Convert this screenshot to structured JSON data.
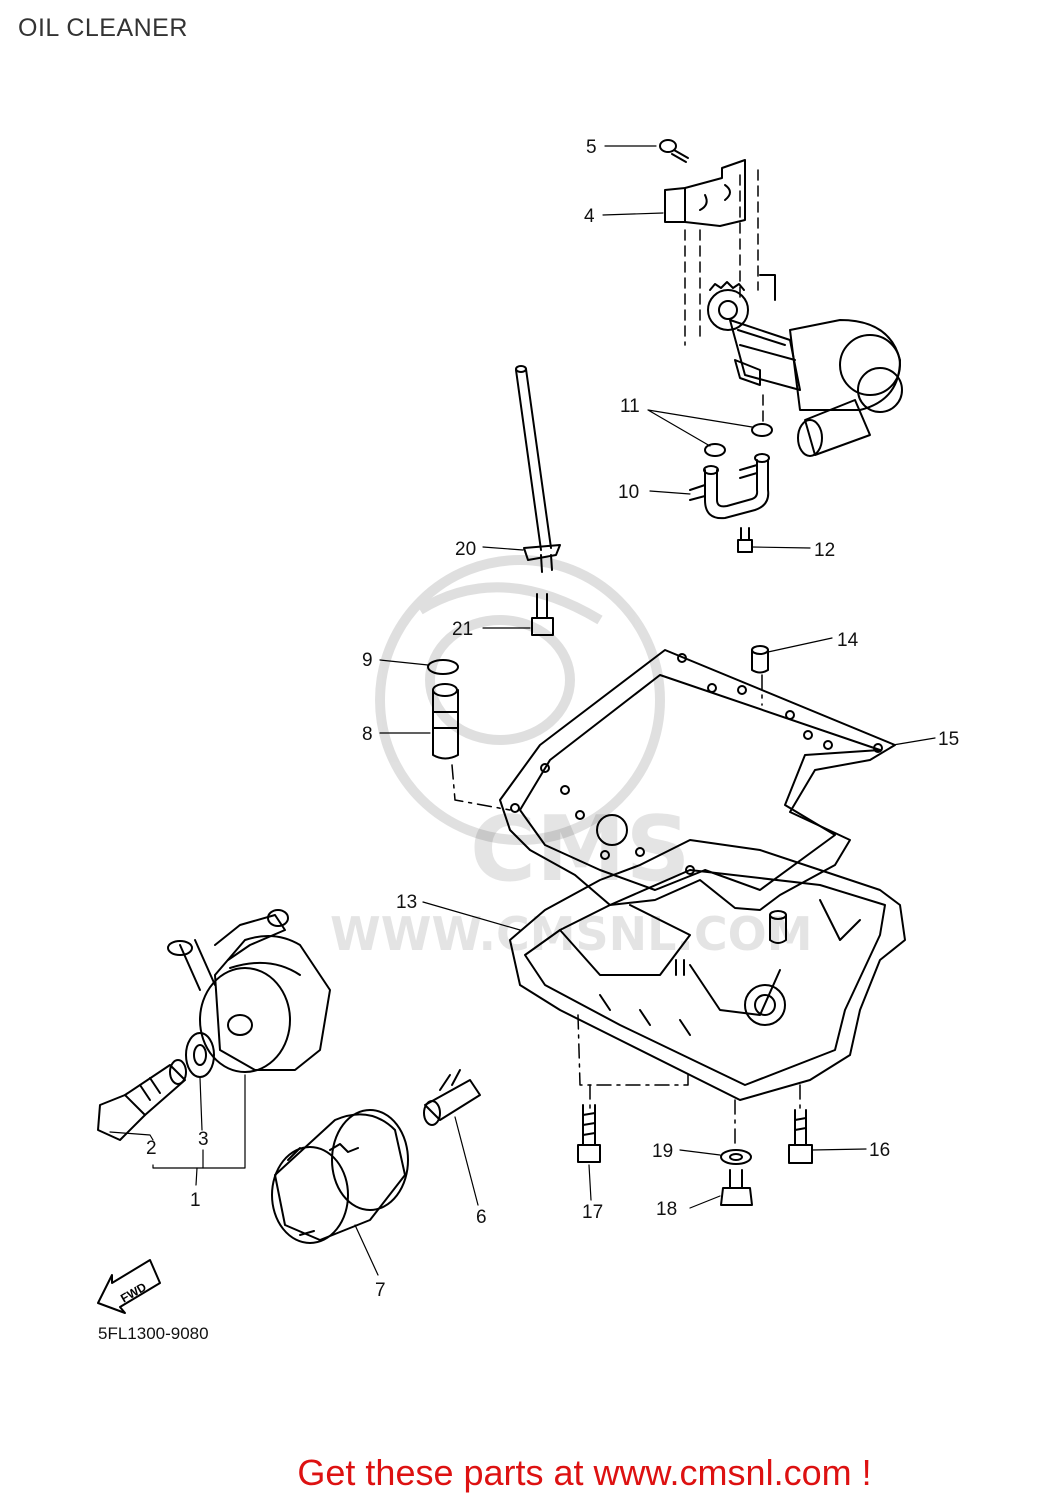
{
  "page": {
    "title": "OIL CLEANER",
    "diagram_code": "5FL1300-9080",
    "footer": "Get these parts at www.cmsnl.com !",
    "footer_color": "#dd1111"
  },
  "watermark": {
    "brand": "CMS",
    "url": "WWW.CMSNL.COM"
  },
  "arrow_label": "FWD",
  "callouts": {
    "c1": "1",
    "c2": "2",
    "c3": "3",
    "c4": "4",
    "c5": "5",
    "c6": "6",
    "c7": "7",
    "c8": "8",
    "c9": "9",
    "c10": "10",
    "c11": "11",
    "c12": "12",
    "c13": "13",
    "c14": "14",
    "c15": "15",
    "c16": "16",
    "c17": "17",
    "c18": "18",
    "c19": "19",
    "c20": "20",
    "c21": "21"
  }
}
